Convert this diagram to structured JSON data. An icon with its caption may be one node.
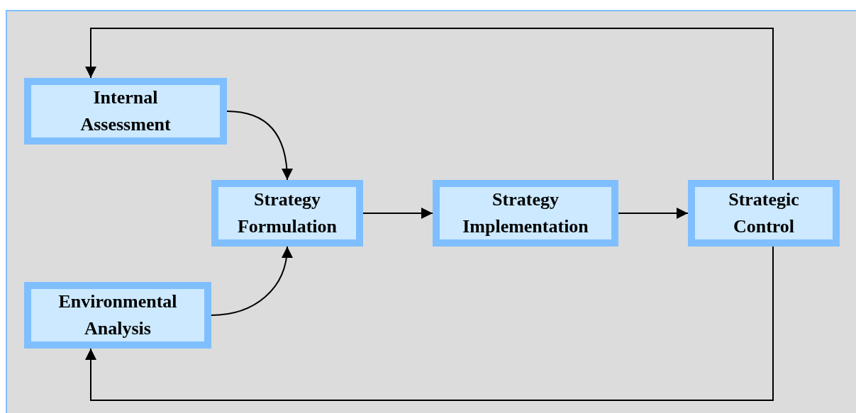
{
  "diagram": {
    "nodes": [
      {
        "text": [
          "Internal Assessment"
        ]
      },
      {
        "text": [
          "Environmental Analysis"
        ]
      },
      {
        "text": [
          "Strategy Formulation"
        ]
      },
      {
        "text": [
          "Strategy Implementation"
        ]
      },
      {
        "text": [
          "Strategic Control"
        ]
      }
    ],
    "edges": [
      {
        "from": 0,
        "to": 2,
        "arrow": "to"
      },
      {
        "from": 1,
        "to": 2,
        "arrow": "to"
      },
      {
        "from": 2,
        "to": 3,
        "arrow": "to"
      },
      {
        "from": 3,
        "to": 4,
        "arrow": "to"
      },
      {
        "from": 4,
        "to": 0,
        "arrow": "to"
      },
      {
        "from": 4,
        "to": 1,
        "arrow": "to"
      }
    ]
  }
}
